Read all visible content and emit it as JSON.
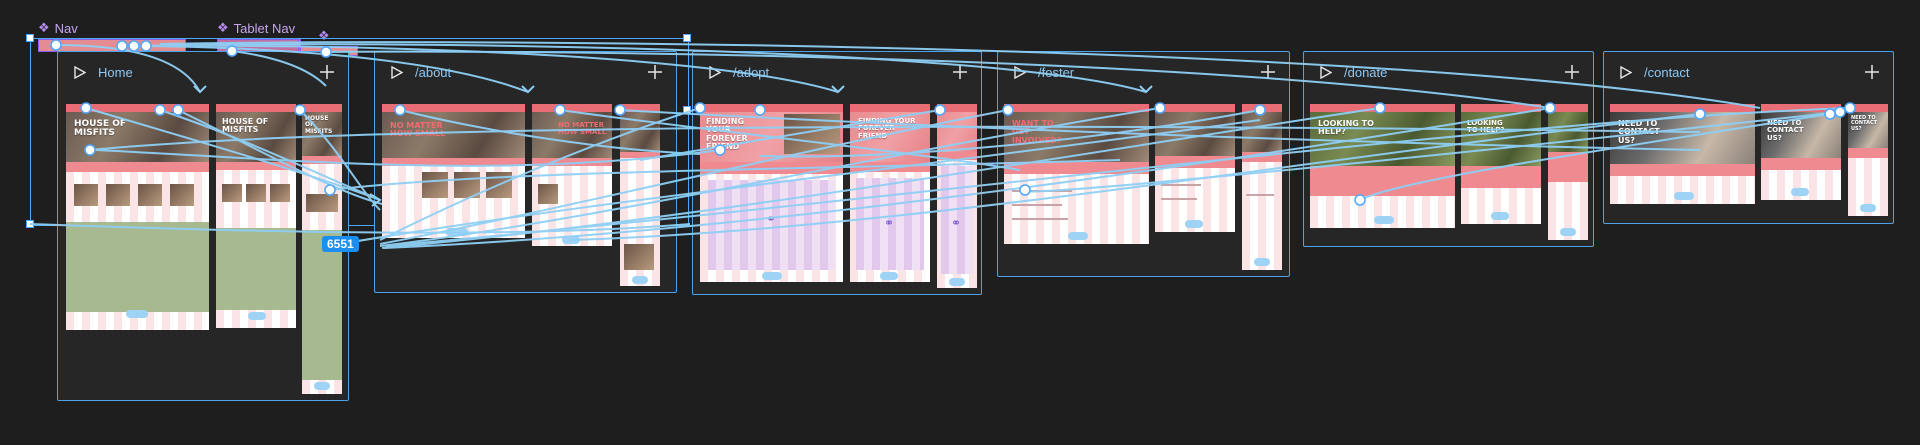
{
  "components": {
    "nav": {
      "label": "Nav",
      "icon": "component-icon"
    },
    "tablet_nav": {
      "label": "Tablet Nav",
      "icon": "component-icon"
    }
  },
  "sections": [
    {
      "title": "Home"
    },
    {
      "title": "/about"
    },
    {
      "title": "/adopt"
    },
    {
      "title": "/foster"
    },
    {
      "title": "/donate"
    },
    {
      "title": "/contact"
    }
  ],
  "frames": {
    "home_heading": "HOUSE OF MISFITS",
    "about_heading": "NO MATTER HOW SMALL",
    "adopt_heading": "FINDING YOUR FOREVER FRIEND",
    "foster_heading": "WANT TO GET INVOLVED?",
    "donate_heading": "LOOKING TO HELP?",
    "contact_heading": "NEED TO CONTACT US?"
  },
  "selection_badge": "6551",
  "colors": {
    "canvas": "#1e1e1e",
    "section_border": "#4ea3e8",
    "prototype_wire": "#8ecff5",
    "component": "#b48cf0",
    "frame_pink": "#ef8a90"
  }
}
